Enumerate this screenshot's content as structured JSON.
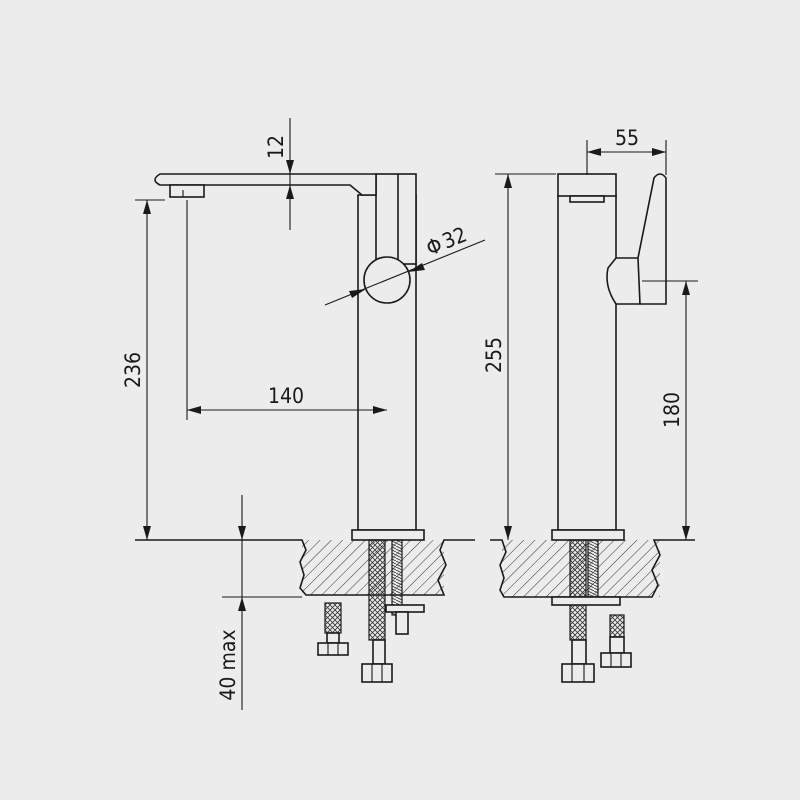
{
  "dimensions": {
    "spout_thickness": "12",
    "pipe_diameter": "32",
    "height_left": "236",
    "spout_reach": "140",
    "body_depth": "55",
    "height_right": "255",
    "lever_height": "180",
    "counter_thickness": "40 max"
  }
}
